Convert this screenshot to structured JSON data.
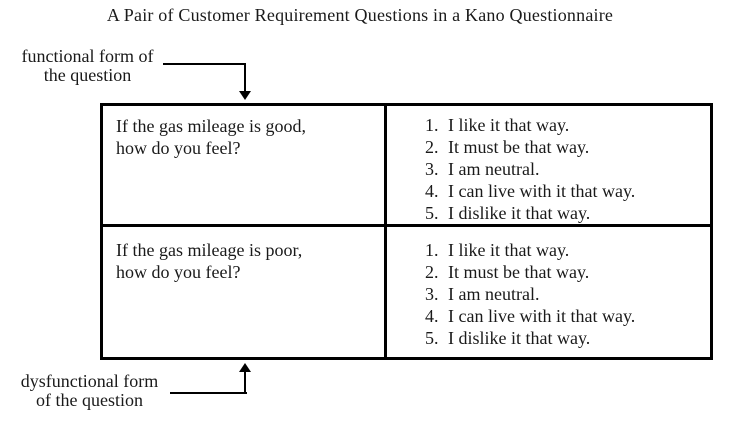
{
  "title": "A Pair of Customer Requirement Questions in a Kano Questionnaire",
  "annotations": {
    "functional": {
      "line1": "functional form of",
      "line2": "the question"
    },
    "dysfunctional": {
      "line1": "dysfunctional form",
      "line2": "of the question"
    }
  },
  "table": {
    "rows": [
      {
        "question": [
          "If the gas mileage is good,",
          "how do you feel?"
        ],
        "options": [
          {
            "num": "1.",
            "text": "I like it that way."
          },
          {
            "num": "2.",
            "text": "It must be that way."
          },
          {
            "num": "3.",
            "text": "I am neutral."
          },
          {
            "num": "4.",
            "text": "I can live with it that way."
          },
          {
            "num": "5.",
            "text": "I dislike it that way."
          }
        ]
      },
      {
        "question": [
          "If the gas mileage is poor,",
          "how do you feel?"
        ],
        "options": [
          {
            "num": "1.",
            "text": "I like it that way."
          },
          {
            "num": "2.",
            "text": "It must be that way."
          },
          {
            "num": "3.",
            "text": "I am neutral."
          },
          {
            "num": "4.",
            "text": "I can live with it that way."
          },
          {
            "num": "5.",
            "text": "I dislike it that way."
          }
        ]
      }
    ]
  },
  "colors": {
    "ink": "#1a1a1a",
    "border": "#000000",
    "background": "#ffffff"
  }
}
